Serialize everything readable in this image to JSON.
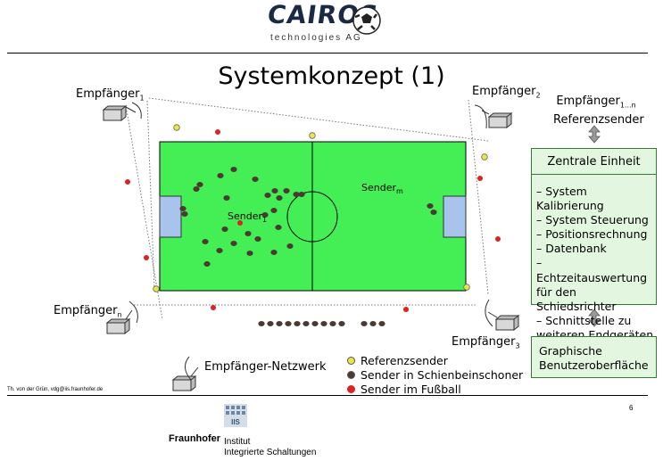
{
  "header": {
    "logo_name": "CAIROS",
    "logo_sub": "technologies AG"
  },
  "slide_title": "Systemkonzept (1)",
  "receivers": {
    "r1": {
      "name": "Empfänger",
      "sub": "1"
    },
    "r2": {
      "name": "Empfänger",
      "sub": "2"
    },
    "rn": {
      "name": "Empfänger",
      "sub": "n"
    },
    "r3": {
      "name": "Empfänger",
      "sub": "3"
    },
    "network": "Empfänger-Netzwerk"
  },
  "field_labels": {
    "sender1": {
      "name": "Sender",
      "sub": "1"
    },
    "senderm": {
      "name": "Sender",
      "sub": "m"
    }
  },
  "side_panel": {
    "top_label_line1": "Empfänger",
    "top_label_sub": "1...n",
    "top_label_line2": "Referenzsender",
    "central_unit_title": "Zentrale Einheit",
    "central_unit_items": [
      "– System Kalibrierung",
      "– System Steuerung",
      "– Positionsrechnung",
      "– Datenbank",
      "– Echtzeitauswertung",
      "für den Schiedsrichter",
      "– Schnittstelle zu",
      "weiteren Endgeräten"
    ],
    "gui_line1": "Graphische",
    "gui_line2": "Benutzeroberfläche"
  },
  "legend": [
    {
      "label": "Referenzsender",
      "color": "#e8e840"
    },
    {
      "label": "Sender in Schienbeinschoner",
      "color": "#4a3a32"
    },
    {
      "label": "Sender im Fußball",
      "color": "#dd2222"
    }
  ],
  "footer": {
    "author": "Th. von der Grün, vdg@iis.fraunhofer.de",
    "page": "6",
    "org": "Fraunhofer",
    "logo_text": "IIS",
    "inst_line1": "Institut",
    "inst_line2": "Integrierte Schaltungen"
  },
  "colors": {
    "pitch": "#44ee55",
    "goal": "#a8c4ec",
    "player_dot": "#4a3a32",
    "ball_dot": "#dd2222",
    "reference_dot": "#e8e840",
    "panel_fill": "#e3f7e0",
    "panel_border": "#2e7d32"
  }
}
